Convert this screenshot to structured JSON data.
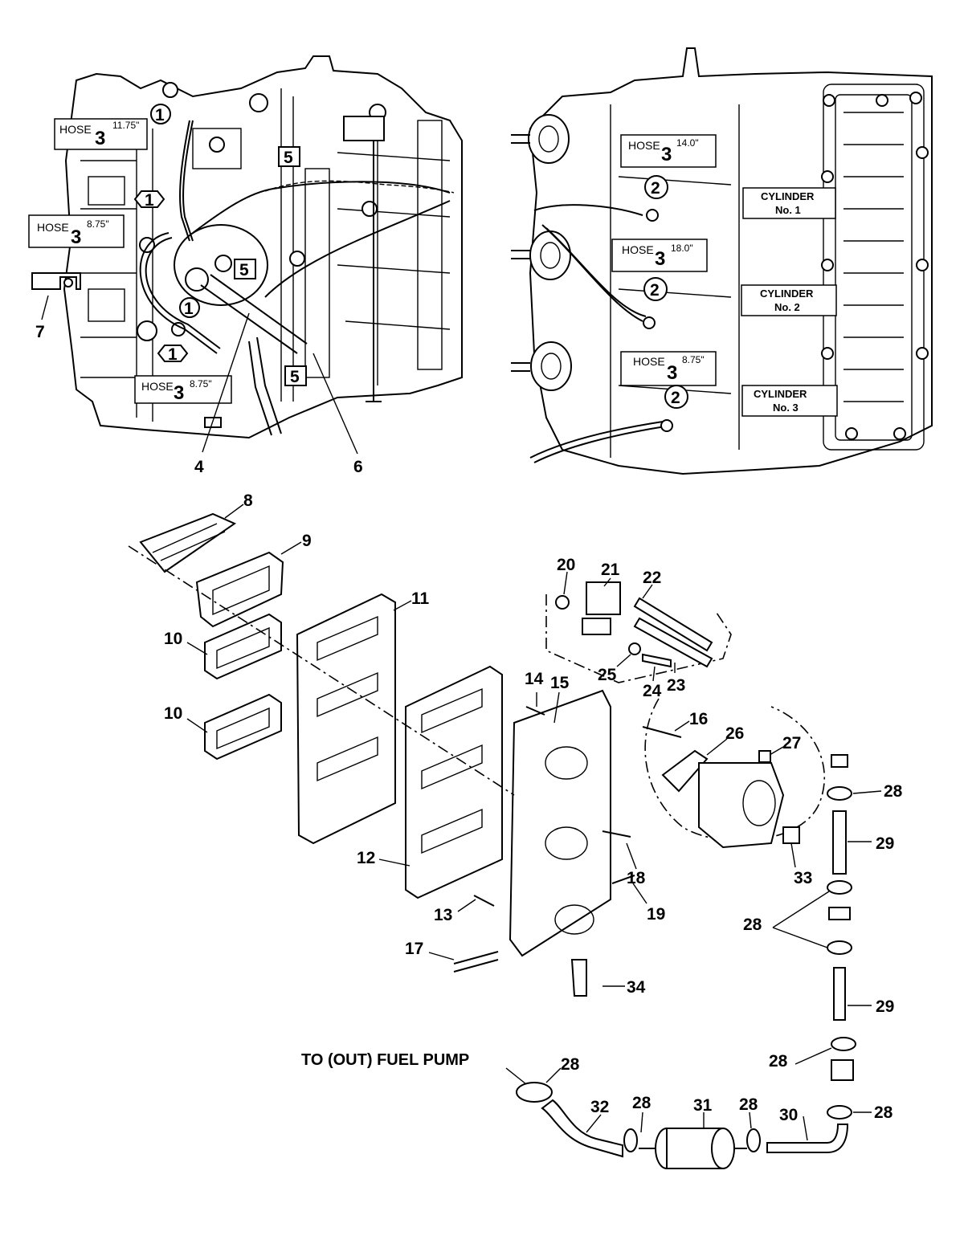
{
  "hose_labels": {
    "left_top": {
      "name": "HOSE",
      "index": "3",
      "length": "11.75\""
    },
    "left_mid": {
      "name": "HOSE",
      "index": "3",
      "length": "8.75\""
    },
    "left_bottom": {
      "name": "HOSE",
      "index": "3",
      "length": "8.75\""
    },
    "right_top": {
      "name": "HOSE",
      "index": "3",
      "length": "14.0\""
    },
    "right_mid": {
      "name": "HOSE",
      "index": "3",
      "length": "18.0\""
    },
    "right_bottom": {
      "name": "HOSE",
      "index": "3",
      "length": "8.75\""
    }
  },
  "cylinders": [
    {
      "title": "CYLINDER",
      "number": "No. 1"
    },
    {
      "title": "CYLINDER",
      "number": "No. 2"
    },
    {
      "title": "CYLINDER",
      "number": "No. 3"
    }
  ],
  "badges": {
    "one": "1",
    "two": "2",
    "five": "5"
  },
  "callouts": {
    "c4": "4",
    "c6": "6",
    "c7": "7",
    "c8": "8",
    "c9": "9",
    "c10": "10",
    "c11": "11",
    "c12": "12",
    "c13": "13",
    "c14": "14",
    "c15": "15",
    "c16": "16",
    "c17": "17",
    "c18": "18",
    "c19": "19",
    "c20": "20",
    "c21": "21",
    "c22": "22",
    "c23": "23",
    "c24": "24",
    "c25": "25",
    "c26": "26",
    "c27": "27",
    "c28": "28",
    "c29": "29",
    "c30": "30",
    "c31": "31",
    "c32": "32",
    "c33": "33",
    "c34": "34"
  },
  "fuel_pump_label": "TO (OUT) FUEL PUMP"
}
